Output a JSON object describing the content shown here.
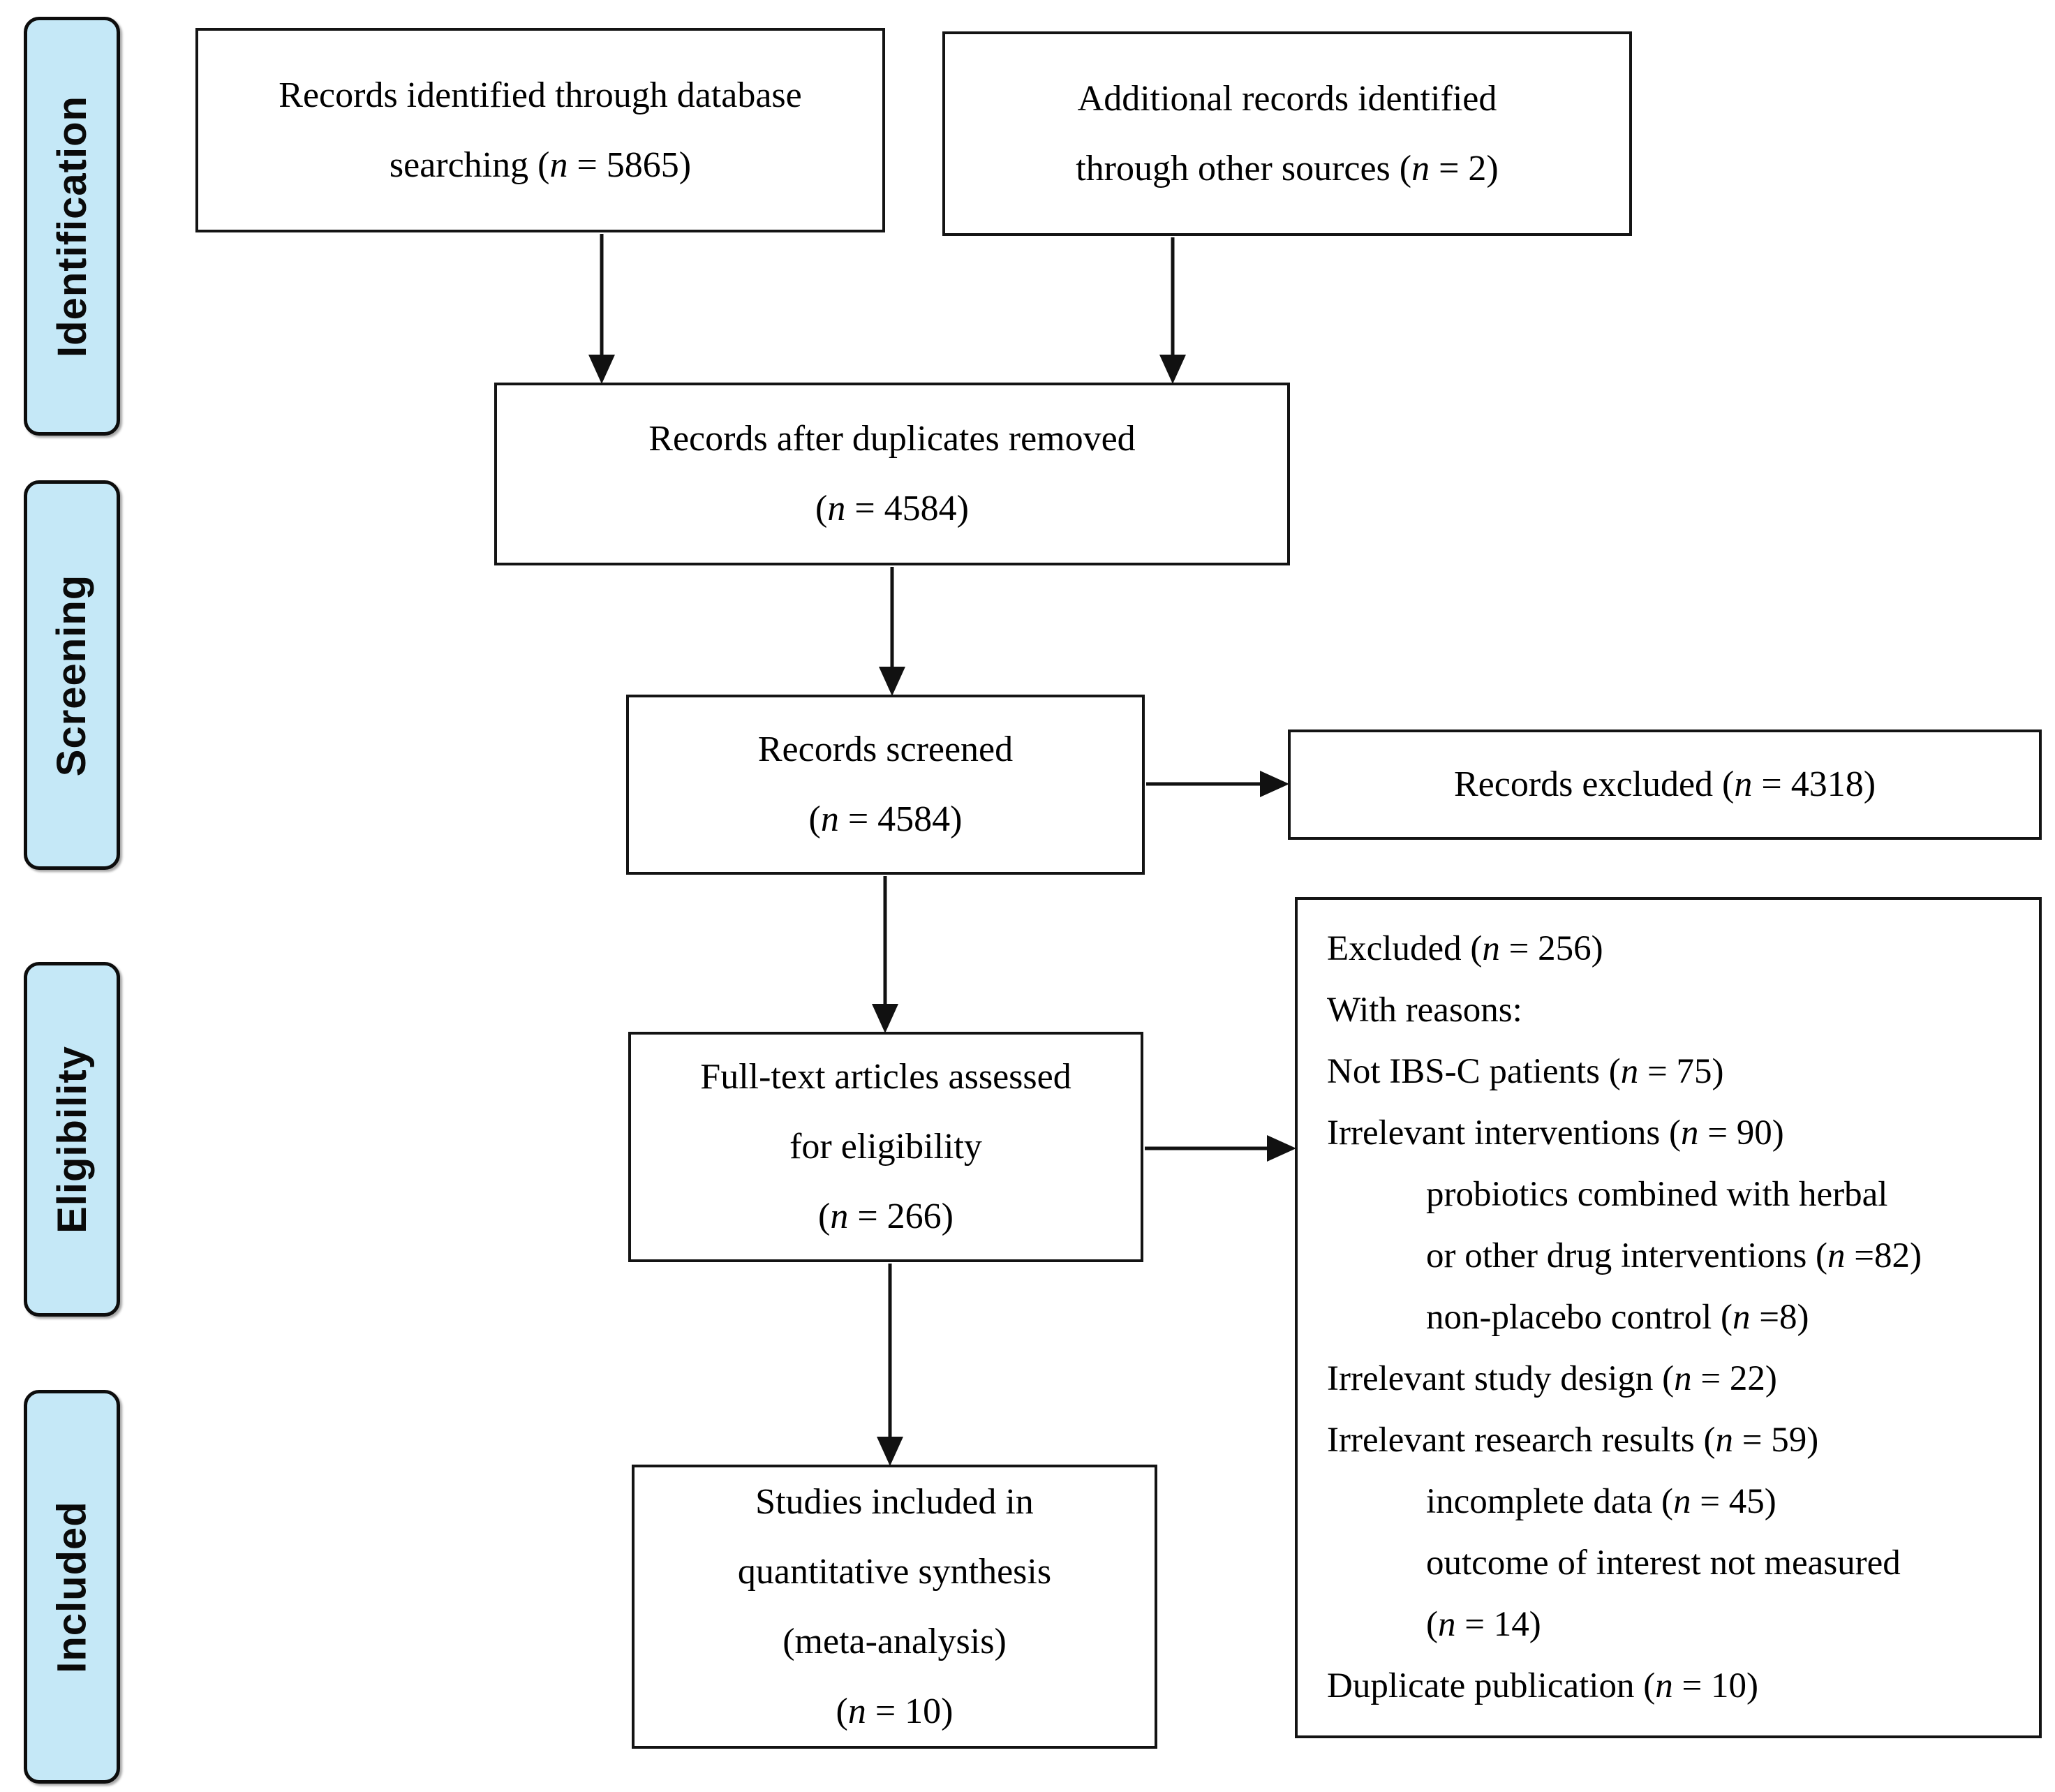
{
  "diagram": {
    "stages": [
      {
        "label": "Identification"
      },
      {
        "label": "Screening"
      },
      {
        "label": "Eligibility"
      },
      {
        "label": "Included"
      }
    ],
    "boxes": {
      "records_db": {
        "lines": [
          "Records identified through database",
          "searching (n = 5865)"
        ]
      },
      "records_other": {
        "lines": [
          "Additional records identified",
          "through other sources (n = 2)"
        ]
      },
      "dedupe": {
        "lines": [
          "Records after duplicates removed",
          "(n = 4584)"
        ]
      },
      "screened": {
        "lines": [
          "Records screened",
          "(n = 4584)"
        ]
      },
      "excluded": {
        "lines": [
          "Records excluded (n = 4318)"
        ]
      },
      "fulltext": {
        "lines": [
          "Full-text articles assessed",
          "for eligibility",
          "(n = 266)"
        ]
      },
      "reasons": {
        "lines": [
          "Excluded (n = 256)",
          "With reasons:",
          "Not IBS-C patients (n = 75)",
          "Irrelevant interventions (n = 90)",
          "\tprobiotics combined with herbal",
          "\tor other drug interventions (n =82)",
          "\tnon-placebo control (n =8)",
          "Irrelevant study design (n = 22)",
          "Irrelevant research results (n = 59)",
          "\tincomplete data (n = 45)",
          "\toutcome of interest not measured",
          "\t(n = 14)",
          "Duplicate publication (n = 10)"
        ]
      },
      "included": {
        "lines": [
          "Studies included in",
          "quantitative synthesis",
          "(meta-analysis)",
          "(n = 10)"
        ]
      }
    },
    "colors": {
      "stage_fill": "#c5e8f7",
      "box_border": "#141414",
      "text": "#000000"
    }
  }
}
